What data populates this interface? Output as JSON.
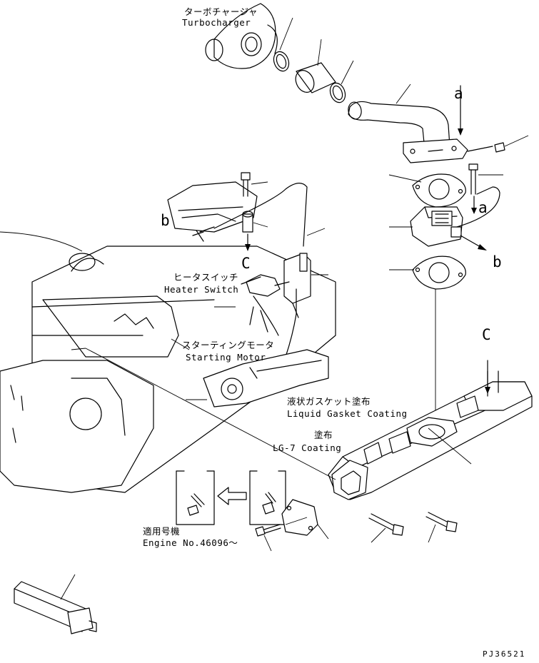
{
  "labels": {
    "turbocharger_jp": "ターボチャージャ",
    "turbocharger_en": "Turbocharger",
    "heater_switch_jp": "ヒータスイッチ",
    "heater_switch_en": "Heater Switch",
    "starting_motor_jp": "スターティングモータ",
    "starting_motor_en": "Starting Motor",
    "liquid_gasket_jp": "液状ガスケット塗布",
    "liquid_gasket_en": "Liquid Gasket Coating",
    "lg7_jp": "塗布",
    "lg7_en": "LG-7 Coating",
    "applicable_jp": "適用号機",
    "applicable_en": "Engine No.46096〜"
  },
  "reference_letters": {
    "a_top": "a",
    "a_mid": "a",
    "b_left": "b",
    "b_right": "b",
    "c_left": "C",
    "c_right": "C"
  },
  "drawing_code": "PJ36521"
}
